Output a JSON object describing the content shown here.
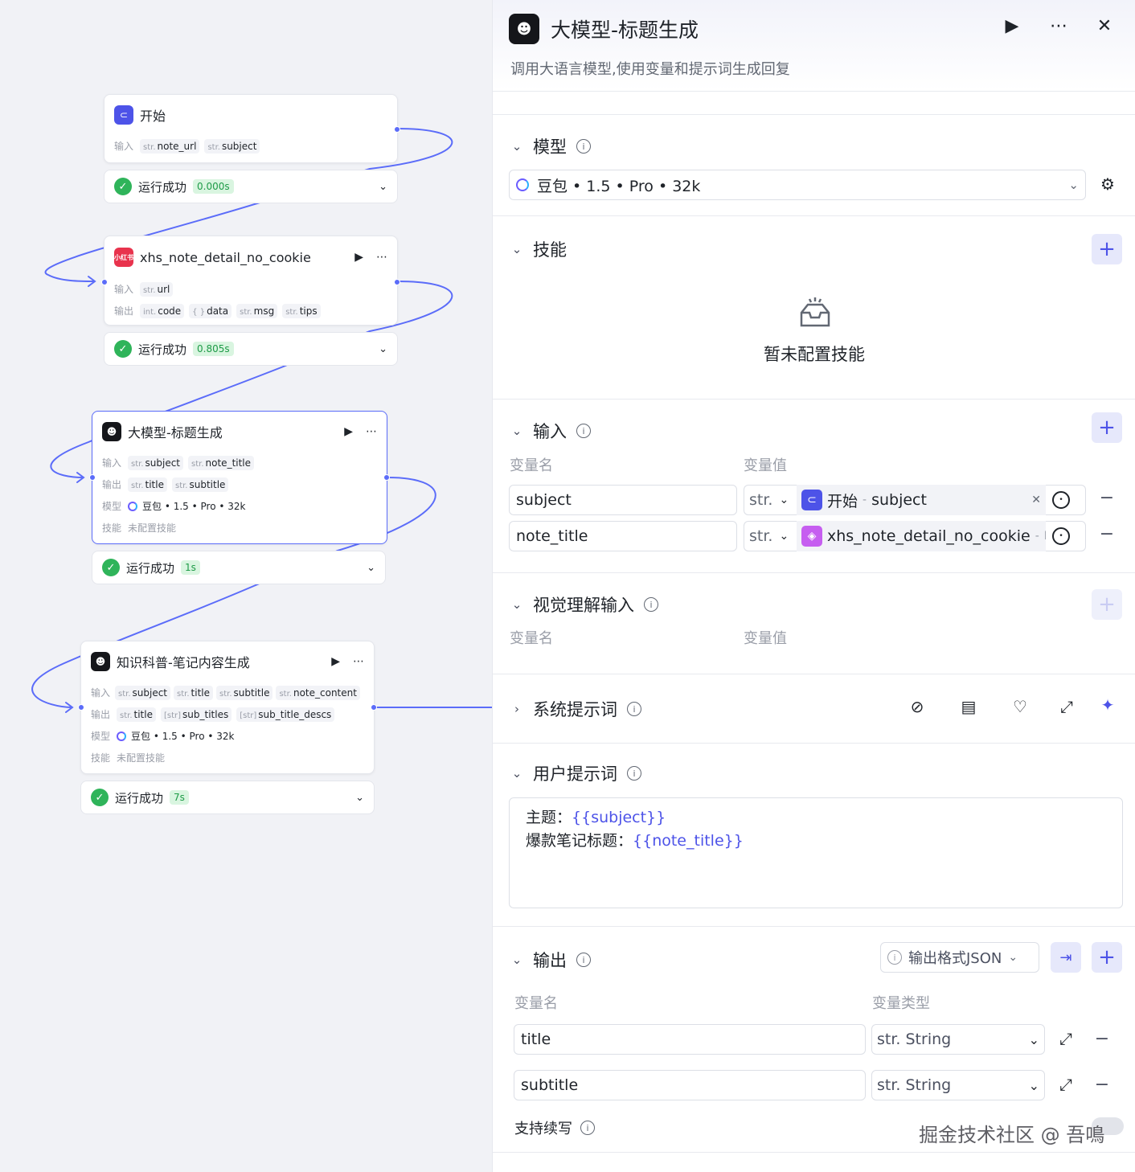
{
  "canvas": {
    "nodes": {
      "start": {
        "title": "开始",
        "input_label": "输入",
        "inputs": [
          {
            "type": "str.",
            "name": "note_url"
          },
          {
            "type": "str.",
            "name": "subject"
          }
        ],
        "status": "运行成功",
        "time": "0.000s"
      },
      "xhs": {
        "title": "xhs_note_detail_no_cookie",
        "icon_text": "小红书",
        "input_label": "输入",
        "output_label": "输出",
        "inputs": [
          {
            "type": "str.",
            "name": "url"
          }
        ],
        "outputs": [
          {
            "type": "int.",
            "name": "code"
          },
          {
            "type": "{ }",
            "name": "data"
          },
          {
            "type": "str.",
            "name": "msg"
          },
          {
            "type": "str.",
            "name": "tips"
          }
        ],
        "status": "运行成功",
        "time": "0.805s"
      },
      "llm1": {
        "title": "大模型-标题生成",
        "input_label": "输入",
        "output_label": "输出",
        "model_label": "模型",
        "skill_label": "技能",
        "inputs": [
          {
            "type": "str.",
            "name": "subject"
          },
          {
            "type": "str.",
            "name": "note_title"
          }
        ],
        "outputs": [
          {
            "type": "str.",
            "name": "title"
          },
          {
            "type": "str.",
            "name": "subtitle"
          }
        ],
        "model": "豆包 • 1.5 • Pro • 32k",
        "skill": "未配置技能",
        "status": "运行成功",
        "time": "1s"
      },
      "llm2": {
        "title": "知识科普-笔记内容生成",
        "input_label": "输入",
        "output_label": "输出",
        "model_label": "模型",
        "skill_label": "技能",
        "inputs": [
          {
            "type": "str.",
            "name": "subject"
          },
          {
            "type": "str.",
            "name": "title"
          },
          {
            "type": "str.",
            "name": "subtitle"
          },
          {
            "type": "str.",
            "name": "note_content"
          }
        ],
        "outputs": [
          {
            "type": "str.",
            "name": "title"
          },
          {
            "type": "[str]",
            "name": "sub_titles"
          },
          {
            "type": "[str]",
            "name": "sub_title_descs"
          }
        ],
        "model": "豆包 • 1.5 • Pro • 32k",
        "skill": "未配置技能",
        "status": "运行成功",
        "time": "7s"
      }
    }
  },
  "panel": {
    "title": "大模型-标题生成",
    "description": "调用大语言模型,使用变量和提示词生成回复",
    "model_section": {
      "title": "模型",
      "value": "豆包 • 1.5 • Pro • 32k"
    },
    "skills_section": {
      "title": "技能",
      "empty_text": "暂未配置技能"
    },
    "input_section": {
      "title": "输入",
      "col_name": "变量名",
      "col_value": "变量值",
      "rows": [
        {
          "name": "subject",
          "type": "str.",
          "ref_node": "开始",
          "ref_sep": " - ",
          "ref_var": "subject"
        },
        {
          "name": "note_title",
          "type": "str.",
          "ref_node": "xhs_note_detail_no_cookie",
          "ref_sep": " - ",
          "ref_var": "I"
        }
      ]
    },
    "vision_section": {
      "title": "视觉理解输入",
      "col_name": "变量名",
      "col_value": "变量值"
    },
    "system_prompt": {
      "title": "系统提示词"
    },
    "user_prompt": {
      "title": "用户提示词",
      "line1_label": "主题：",
      "line1_var": "{{subject}}",
      "line2_label": "爆款笔记标题：",
      "line2_var": "{{note_title}}"
    },
    "output_section": {
      "title": "输出",
      "format_label": "输出格式JSON",
      "col_name": "变量名",
      "col_type": "变量类型",
      "rows": [
        {
          "name": "title",
          "type": "str. String"
        },
        {
          "name": "subtitle",
          "type": "str. String"
        }
      ],
      "continue_label": "支持续写"
    },
    "watermark": "掘金技术社区 @ 吾鳴"
  },
  "colors": {
    "accent": "#4d53e8",
    "edge": "#5b6cf9",
    "success": "#2fb45a"
  },
  "icons": [
    "play-icon",
    "more-icon",
    "close-icon",
    "settings-icon",
    "plus-icon",
    "minus-icon",
    "info-icon",
    "expand-icon",
    "ai-sparkle-icon",
    "lightbulb-icon",
    "compass-icon",
    "library-icon",
    "check-icon",
    "chevron-down-icon"
  ]
}
